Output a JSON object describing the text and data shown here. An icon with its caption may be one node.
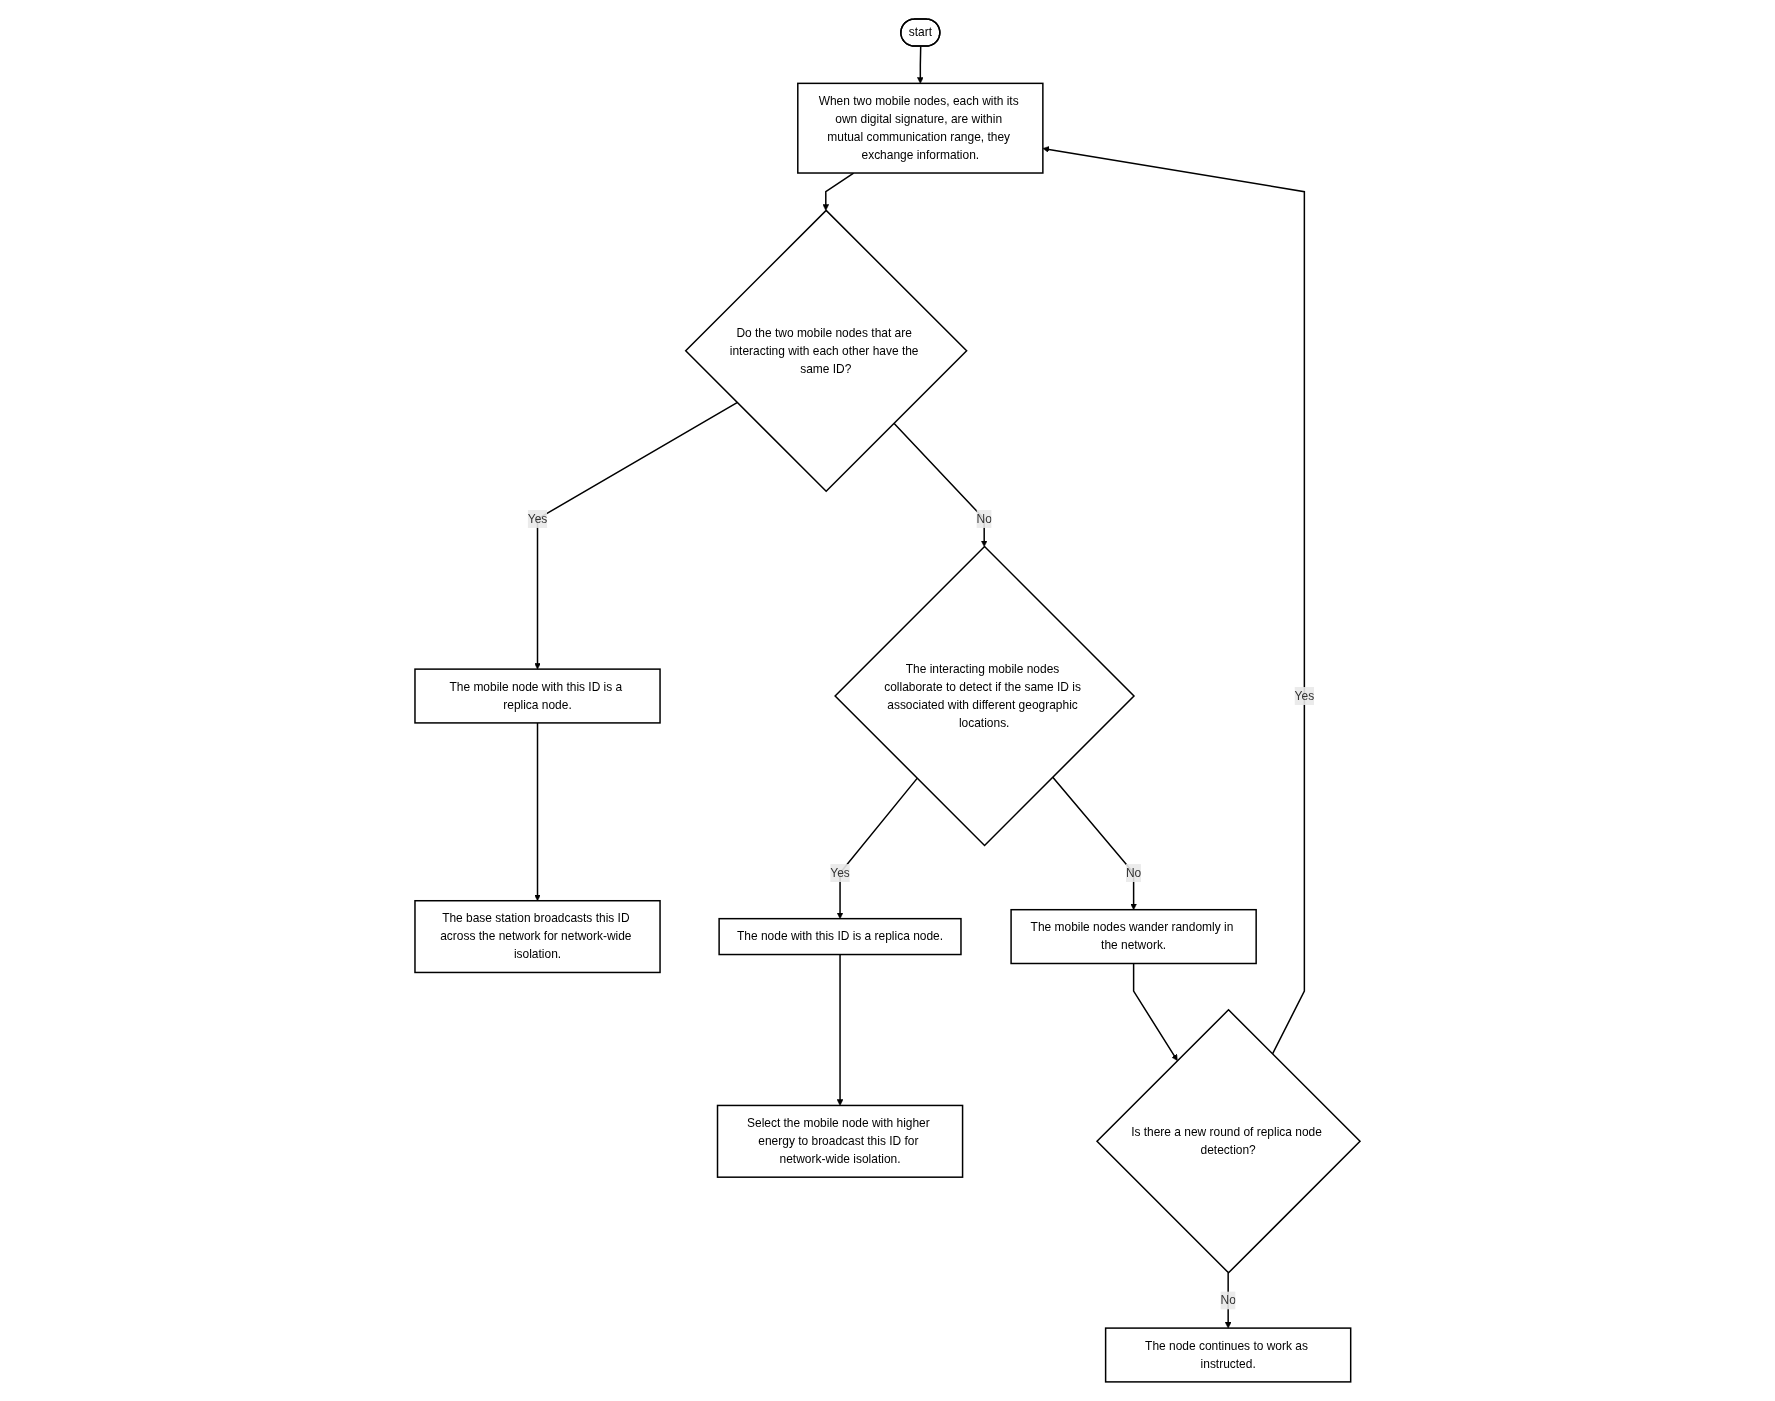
{
  "diagram": {
    "nodes": [
      {
        "text": [
          "start"
        ]
      },
      {
        "text": [
          "When two mobile nodes, each with its own digital signature, are within mutual communication range, they exchange information."
        ]
      },
      {
        "text": [
          "Do the two mobile nodes that are interacting with each other have the same ID?"
        ]
      },
      {
        "text": [
          "The mobile node with this ID is a replica node."
        ]
      },
      {
        "text": [
          "The base station broadcasts this ID across the network for network-wide isolation."
        ]
      },
      {
        "text": [
          "The interacting mobile nodes collaborate to detect if the same ID is associated with different geographic locations."
        ]
      },
      {
        "text": [
          "The node with this ID is a replica node."
        ]
      },
      {
        "text": [
          "Select the mobile node with higher energy to broadcast this ID for network-wide isolation."
        ]
      },
      {
        "text": [
          "The mobile nodes wander randomly in the network."
        ]
      },
      {
        "text": [
          "Is there a new round of replica node detection?"
        ]
      },
      {
        "text": [
          "The node continues to work as instructed."
        ]
      }
    ],
    "edges": [
      {
        "from": 0,
        "to": 1,
        "arrow": "to"
      },
      {
        "from": 1,
        "to": 2,
        "arrow": "to"
      },
      {
        "from": 2,
        "to": 3,
        "arrow": "to",
        "label": "Yes"
      },
      {
        "from": 3,
        "to": 4,
        "arrow": "to"
      },
      {
        "from": 2,
        "to": 5,
        "arrow": "to",
        "label": "No"
      },
      {
        "from": 5,
        "to": 6,
        "arrow": "to",
        "label": "Yes"
      },
      {
        "from": 6,
        "to": 7,
        "arrow": "to"
      },
      {
        "from": 5,
        "to": 8,
        "arrow": "to",
        "label": "No"
      },
      {
        "from": 8,
        "to": 9,
        "arrow": "to"
      },
      {
        "from": 9,
        "to": 1,
        "arrow": "to",
        "label": "Yes"
      },
      {
        "from": 9,
        "to": 10,
        "arrow": "to",
        "label": "No"
      }
    ]
  }
}
